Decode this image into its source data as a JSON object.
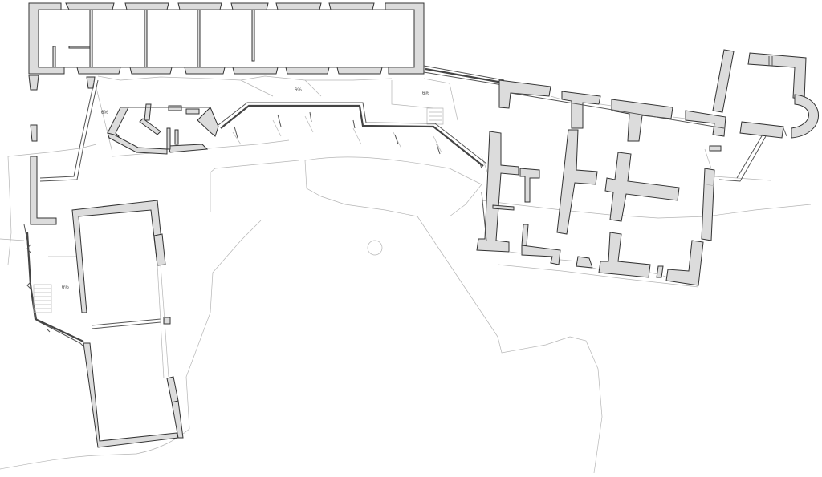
{
  "plan": {
    "slope_labels": [
      "6%",
      "6%",
      "6%",
      "6%"
    ]
  }
}
